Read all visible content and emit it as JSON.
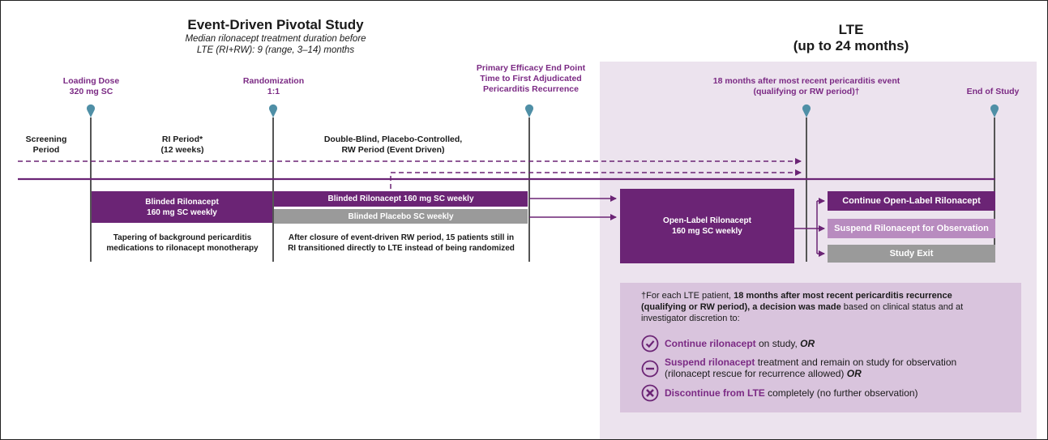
{
  "pivotal": {
    "title": "Event-Driven Pivotal Study",
    "subtitle_line1": "Median rilonacept treatment duration before",
    "subtitle_line2": "LTE (RI+RW): 9 (range, 3–14) months"
  },
  "lte": {
    "title_line1": "LTE",
    "title_line2": "(up to 24 months)"
  },
  "milestones": {
    "loading_dose_line1": "Loading Dose",
    "loading_dose_line2": "320 mg SC",
    "randomization_line1": "Randomization",
    "randomization_line2": "1:1",
    "primary_line1": "Primary Efficacy End Point",
    "primary_line2": "Time to First Adjudicated",
    "primary_line3": "Pericarditis Recurrence",
    "eighteen_line1": "18 months after most recent pericarditis event",
    "eighteen_line2": "(qualifying or RW period)†",
    "end_of_study": "End of Study"
  },
  "periods": {
    "screening_line1": "Screening",
    "screening_line2": "Period",
    "ri_line1": "RI Period*",
    "ri_line2": "(12 weeks)",
    "rw_line1": "Double-Blind, Placebo-Controlled,",
    "rw_line2": "RW Period (Event Driven)"
  },
  "bars": {
    "blinded_ril_line1": "Blinded Rilonacept",
    "blinded_ril_line2": "160 mg SC weekly",
    "blinded_ril_160": "Blinded Rilonacept 160 mg SC weekly",
    "blinded_placebo": "Blinded Placebo SC weekly",
    "open_label_line1": "Open-Label Rilonacept",
    "open_label_line2": "160 mg SC weekly",
    "continue": "Continue Open-Label Rilonacept",
    "suspend": "Suspend Rilonacept for Observation",
    "exit": "Study Exit"
  },
  "notes": {
    "tapering_line1": "Tapering of background pericarditis",
    "tapering_line2": "medications to rilonacept monotherapy",
    "closure_line1": "After closure of event-driven RW period, 15 patients still in",
    "closure_line2": "RI transitioned directly to LTE instead of being randomized"
  },
  "footnote": {
    "line1_pre": "†For each LTE patient, ",
    "line1_bold": "18 months after most recent pericarditis recurrence",
    "line2_bold": "(qualifying or RW period), a decision was made",
    "line2_post": " based on clinical status and at",
    "line3": "investigator discretion to:",
    "opt1_bold": "Continue rilonacept",
    "opt1_post": " on study, ",
    "opt1_or": "OR",
    "opt2_bold": "Suspend rilonacept",
    "opt2_post": " treatment and remain on study for observation",
    "opt2_line2": "(rilonacept rescue for recurrence allowed) ",
    "opt2_or": "OR",
    "opt3_bold": "Discontinue from LTE",
    "opt3_post": " completely (no further observation)"
  },
  "colors": {
    "purple_dark": "#6b2475",
    "purple_text": "#7b2a84",
    "lavender": "#b88bbf",
    "lte_background": "#ece3ee",
    "note_background": "#d9c4dd",
    "gray": "#9a9a9a",
    "pin": "#4f8fa6"
  },
  "icons": [
    "location-pin-icon",
    "check-circle-icon",
    "minus-circle-icon",
    "x-circle-icon",
    "arrow-right-icon"
  ]
}
